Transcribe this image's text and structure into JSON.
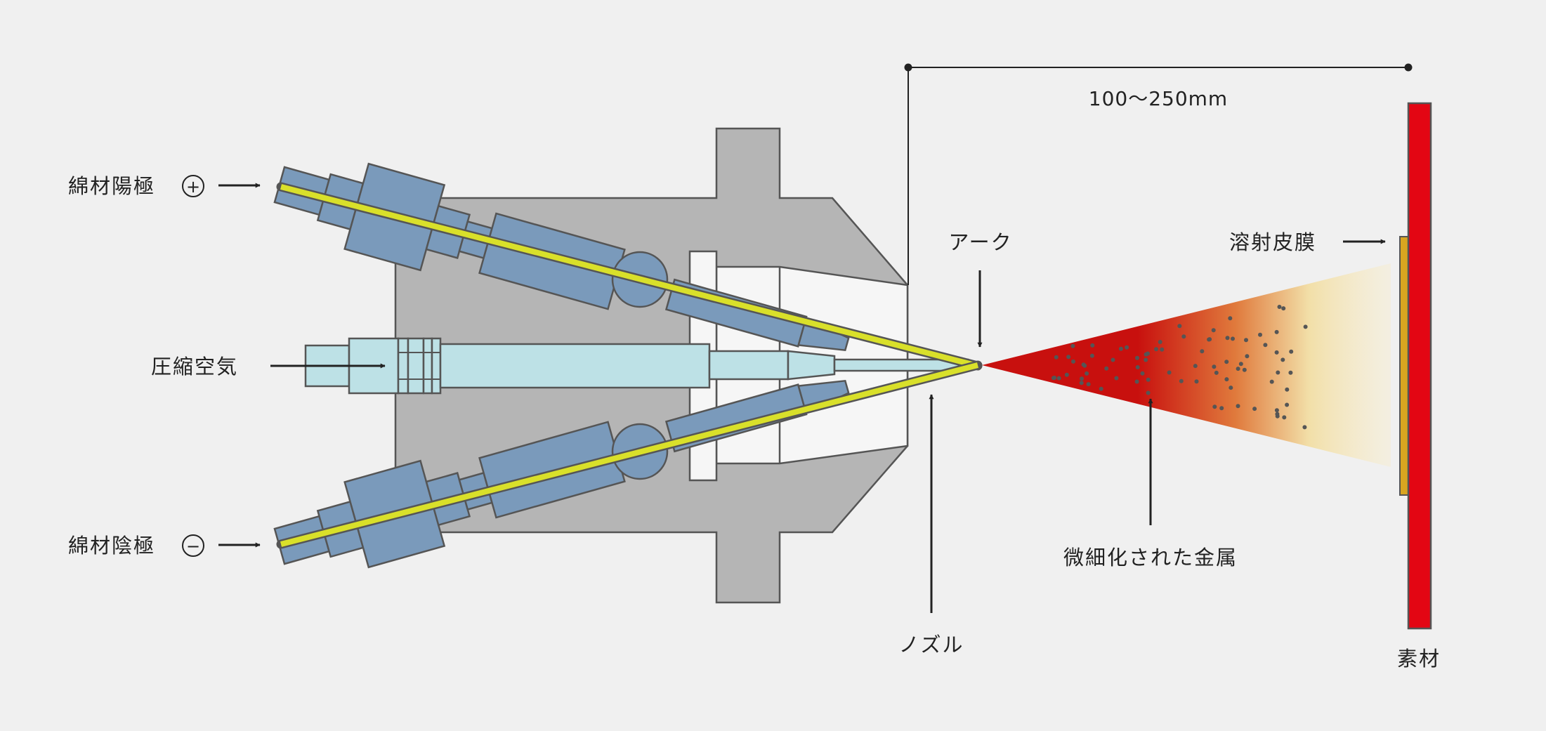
{
  "labels": {
    "anode": "綿材陽極",
    "cathode": "綿材陰極",
    "compressed_air": "圧縮空気",
    "arc": "アーク",
    "nozzle": "ノズル",
    "fine_metal": "微細化された金属",
    "coating": "溶射皮膜",
    "substrate": "素材",
    "distance": "100〜250mm"
  },
  "symbols": {
    "plus": "+",
    "minus": "−"
  },
  "colors": {
    "background": "#f0f0f0",
    "body_gray": "#b5b5b5",
    "wire_holder_blue": "#7a9abb",
    "air_tube_light_blue": "#bde1e6",
    "wire_yellow": "#d9e02a",
    "spray_red": "#c8100e",
    "spray_orange": "#e07a3c",
    "spray_cream": "#f2dfa8",
    "substrate_red": "#e30613",
    "coating_gold": "#d9a520",
    "stroke": "#555555",
    "text": "#222222"
  }
}
